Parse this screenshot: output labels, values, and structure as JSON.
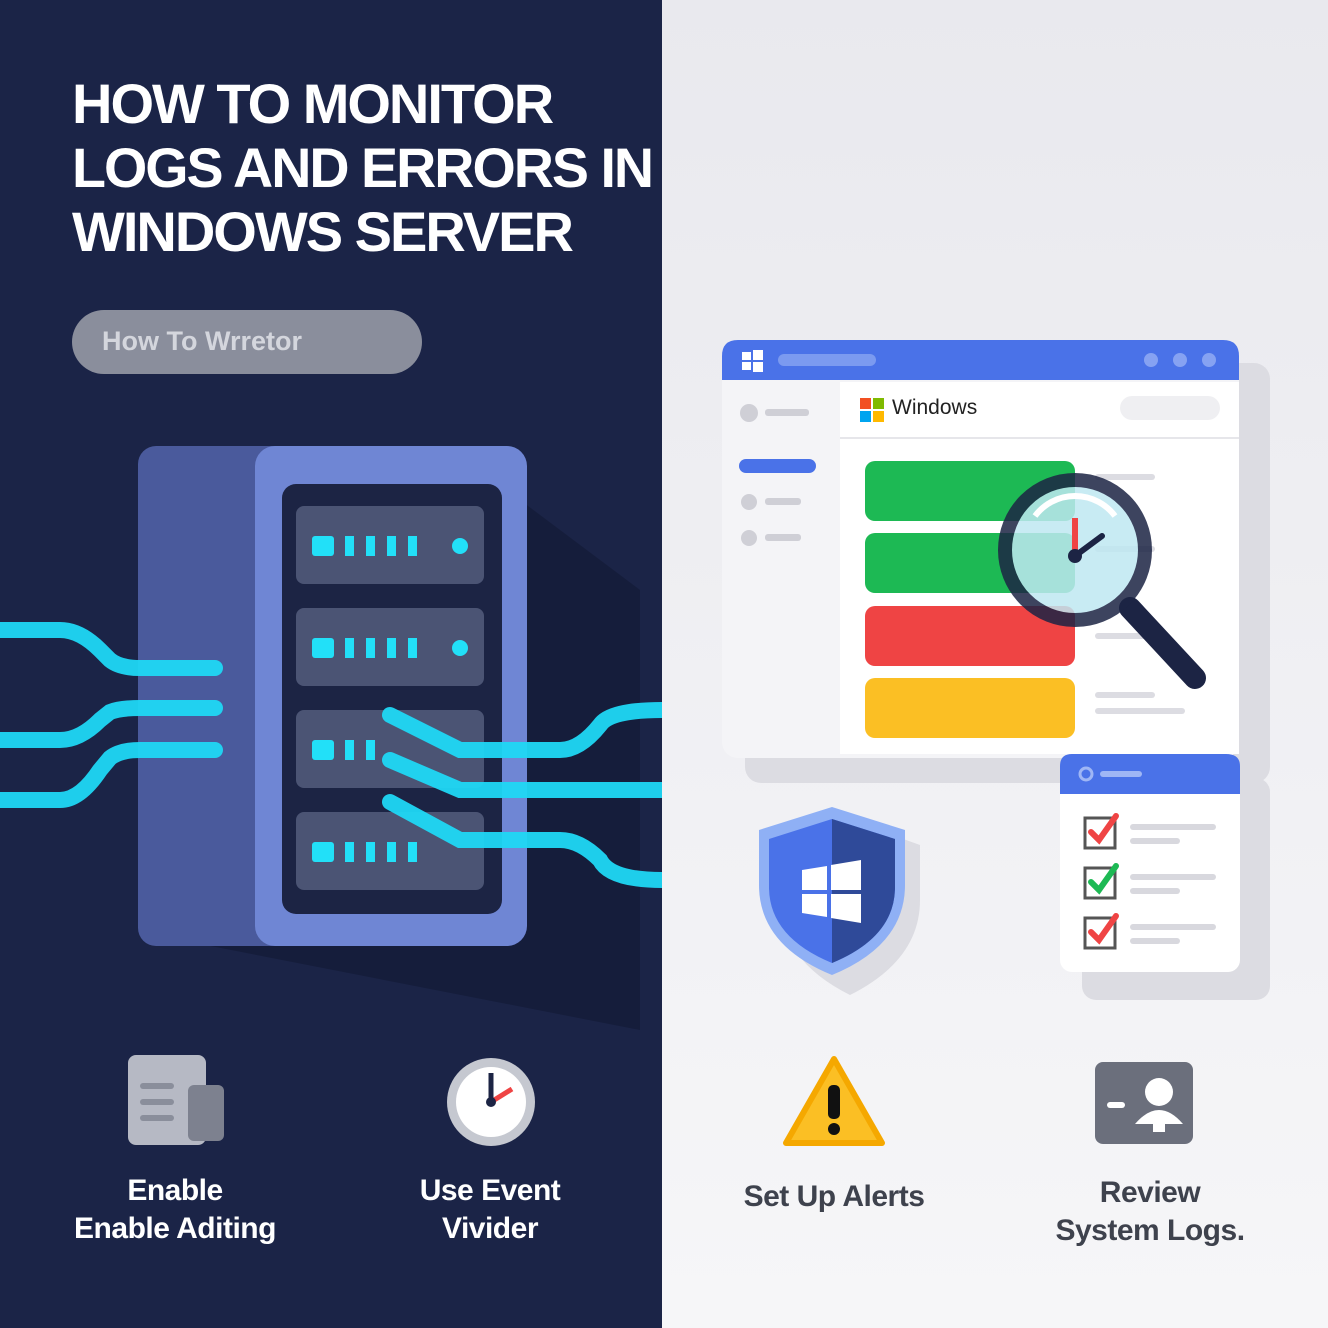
{
  "title": "HOW TO MONITOR LOGS AND ERRORS IN WINDOWS SERVER",
  "pill_label": "How To Wrretor",
  "window": {
    "brand": "Windows"
  },
  "steps": [
    {
      "line1": "Enable",
      "line2": "Enable Aditing",
      "icon": "document-icon"
    },
    {
      "line1": "Use Event",
      "line2": "Vivider",
      "icon": "clock-icon"
    },
    {
      "line1": "Set Up Alerts",
      "line2": "",
      "icon": "warning-icon"
    },
    {
      "line1": "Review",
      "line2": "System Logs.",
      "icon": "user-log-icon"
    }
  ],
  "colors": {
    "navy": "#1b2447",
    "accent": "#4a72e8",
    "glow": "#1fd8f5",
    "green": "#1db954",
    "red": "#ef4444",
    "yellow": "#fbbf24"
  }
}
